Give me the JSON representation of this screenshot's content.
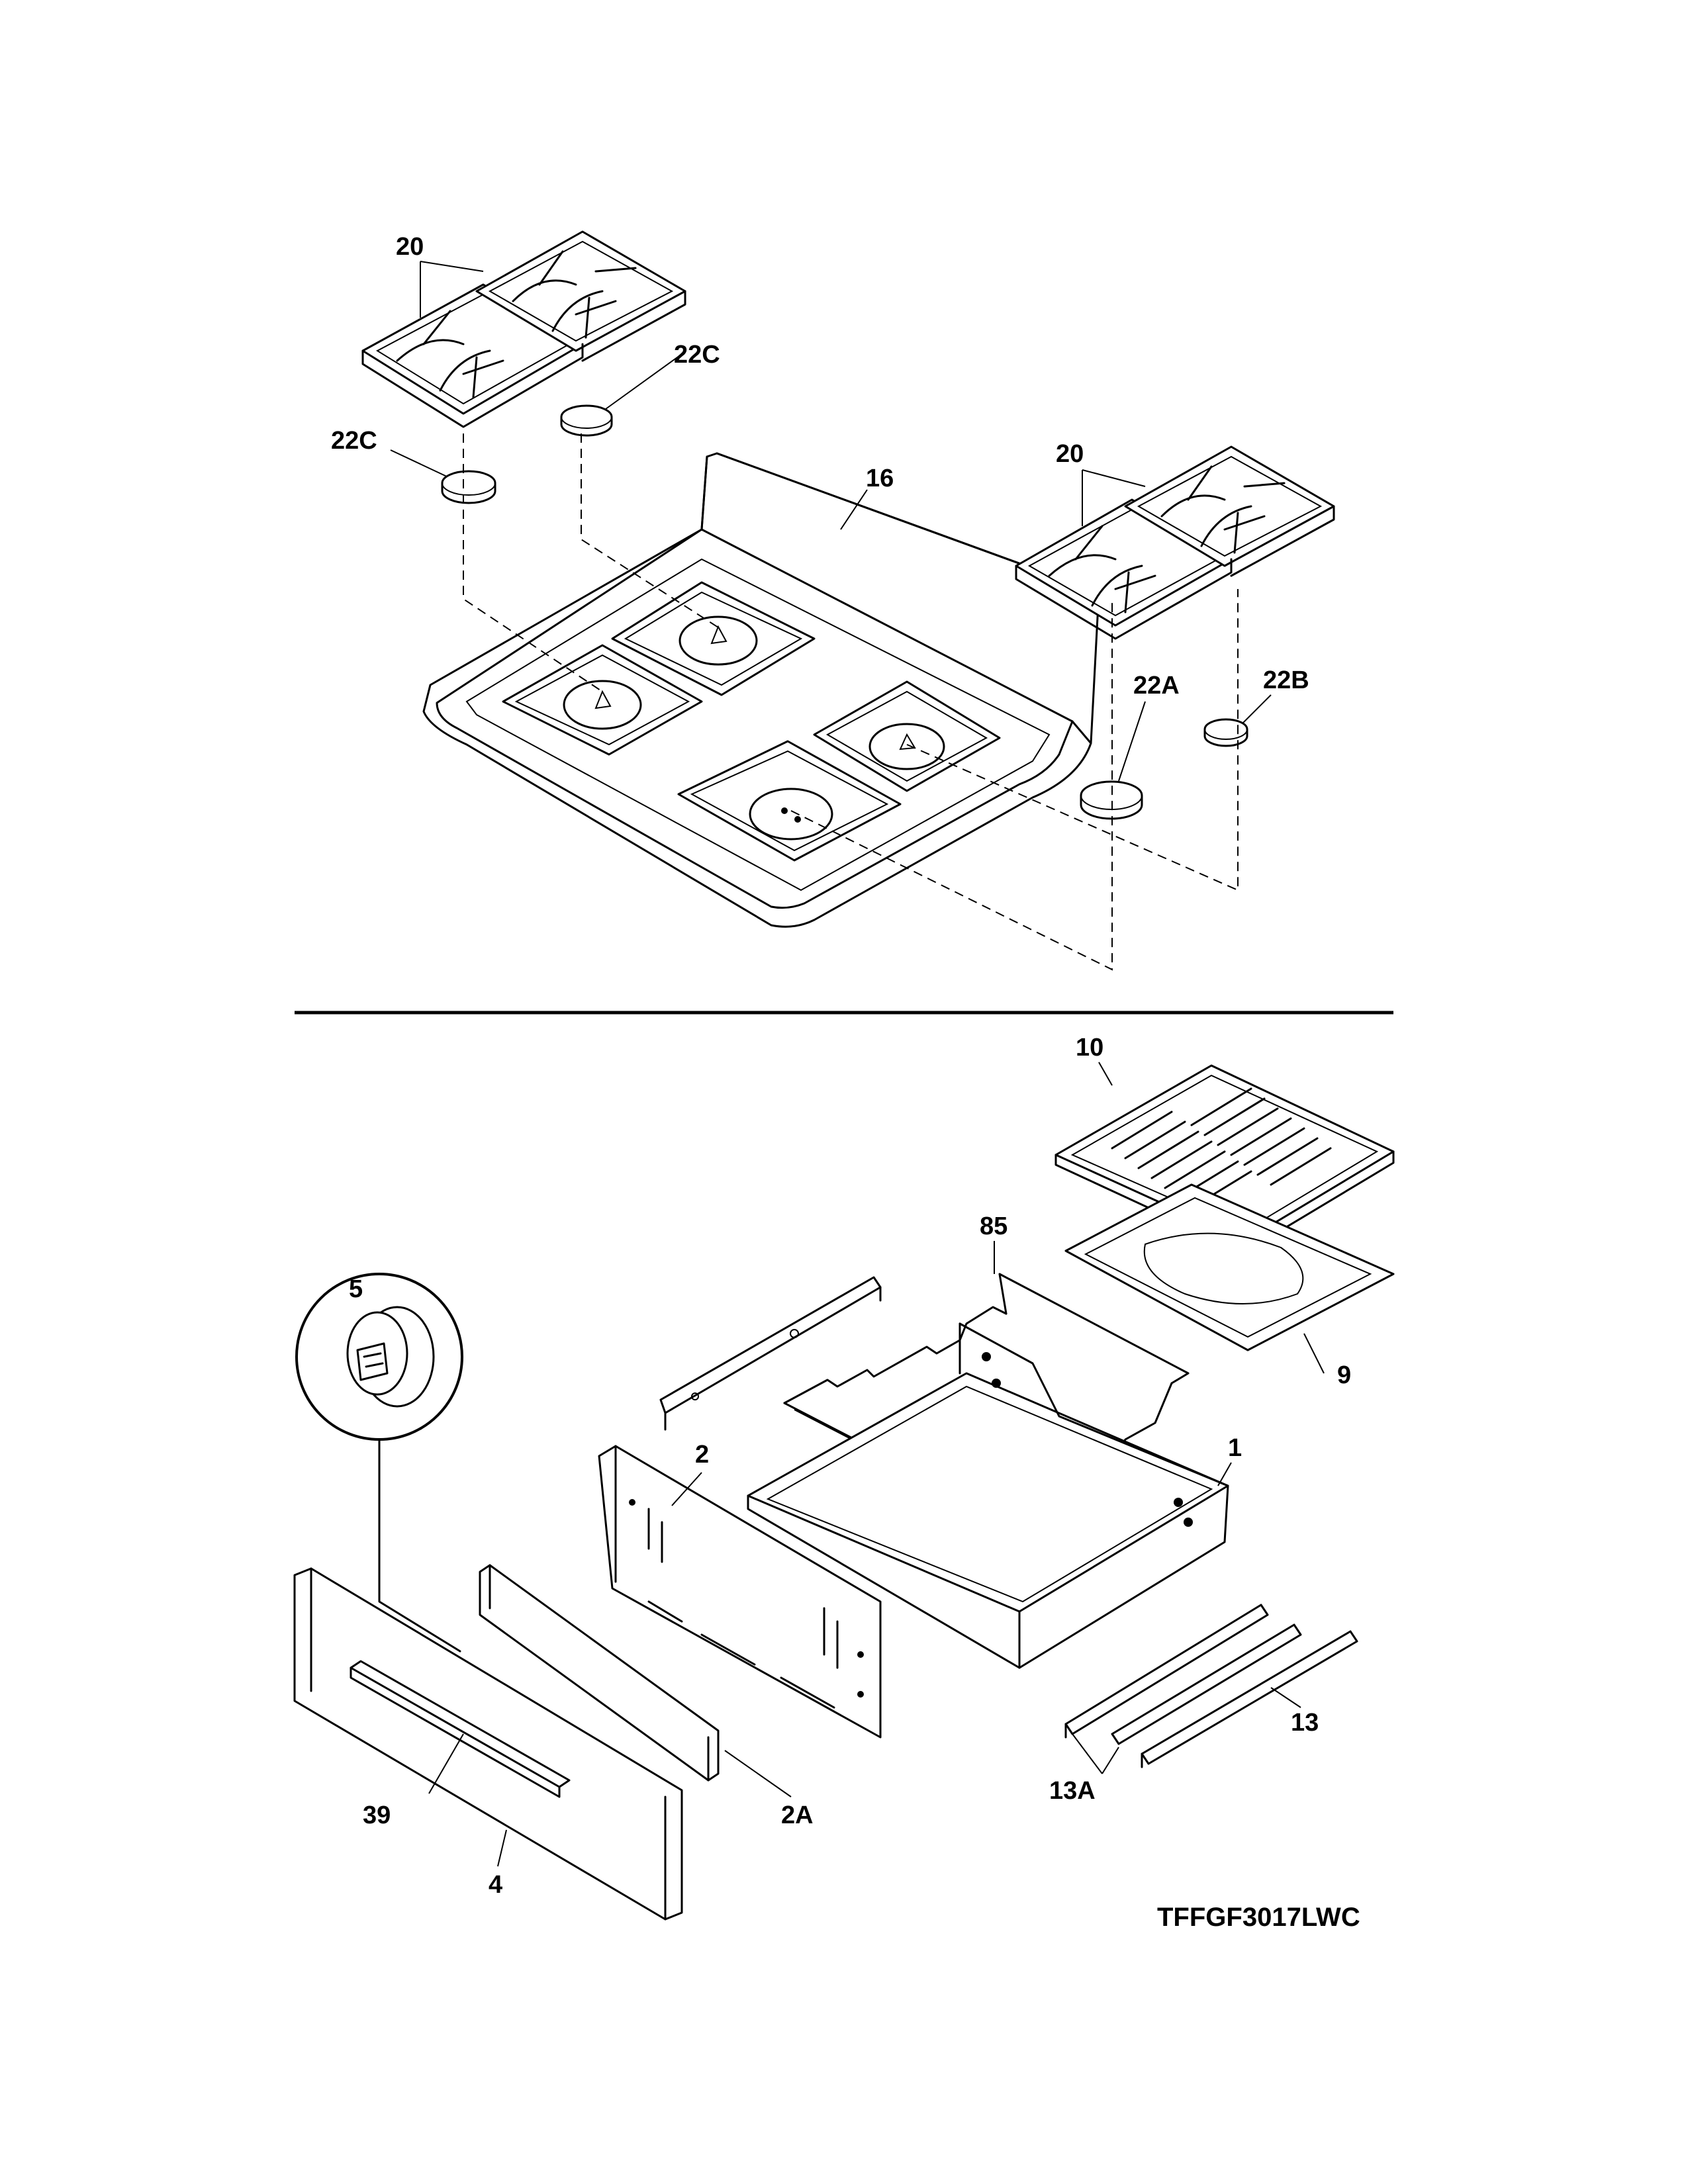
{
  "callouts": {
    "grate_left": "20",
    "cap_22c_right": "22C",
    "cap_22c_left": "22C",
    "cooktop": "16",
    "grate_right": "20",
    "cap_22a": "22A",
    "cap_22b": "22B",
    "broiler_grid": "10",
    "rack": "85",
    "knob": "5",
    "broiler_pan": "9",
    "drawer_back": "2",
    "drawer_body": "1",
    "drawer_liner": "2A",
    "handle": "39",
    "slide_right": "13",
    "slide_left": "13A",
    "drawer_front": "4"
  },
  "model_number": "TFFGF3017LWC"
}
